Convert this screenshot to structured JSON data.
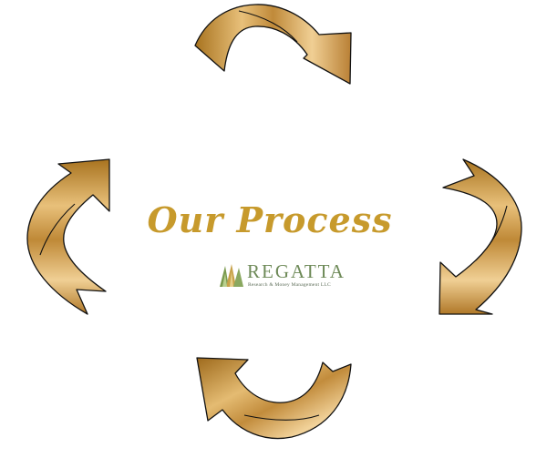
{
  "diagram": {
    "title": "Our Process",
    "logo": {
      "name": "REGATTA",
      "tagline": "Research & Money Management LLC"
    },
    "arrows": [
      "top-arrow",
      "right-arrow",
      "bottom-arrow",
      "left-arrow"
    ],
    "colors": {
      "title": "#c79a2c",
      "arrow_light": "#f0cd8f",
      "arrow_mid": "#d6a755",
      "arrow_dark": "#9c6a1a",
      "arrow_outline": "#111111",
      "logo_text": "#6e8a58",
      "logo_mark_green": "#7a9a4e",
      "logo_mark_gold": "#c7a24a"
    }
  }
}
